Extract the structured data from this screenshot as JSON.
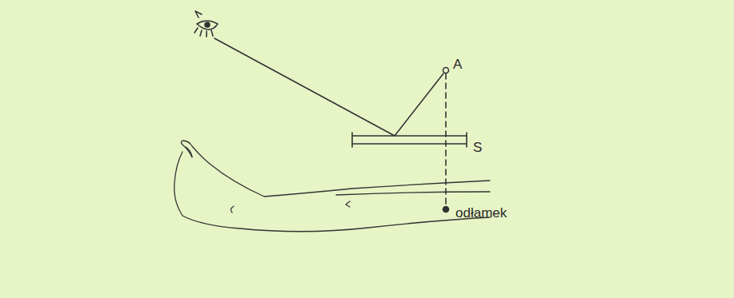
{
  "diagram": {
    "labels": [
      "A",
      "S",
      "odłamek"
    ]
  }
}
